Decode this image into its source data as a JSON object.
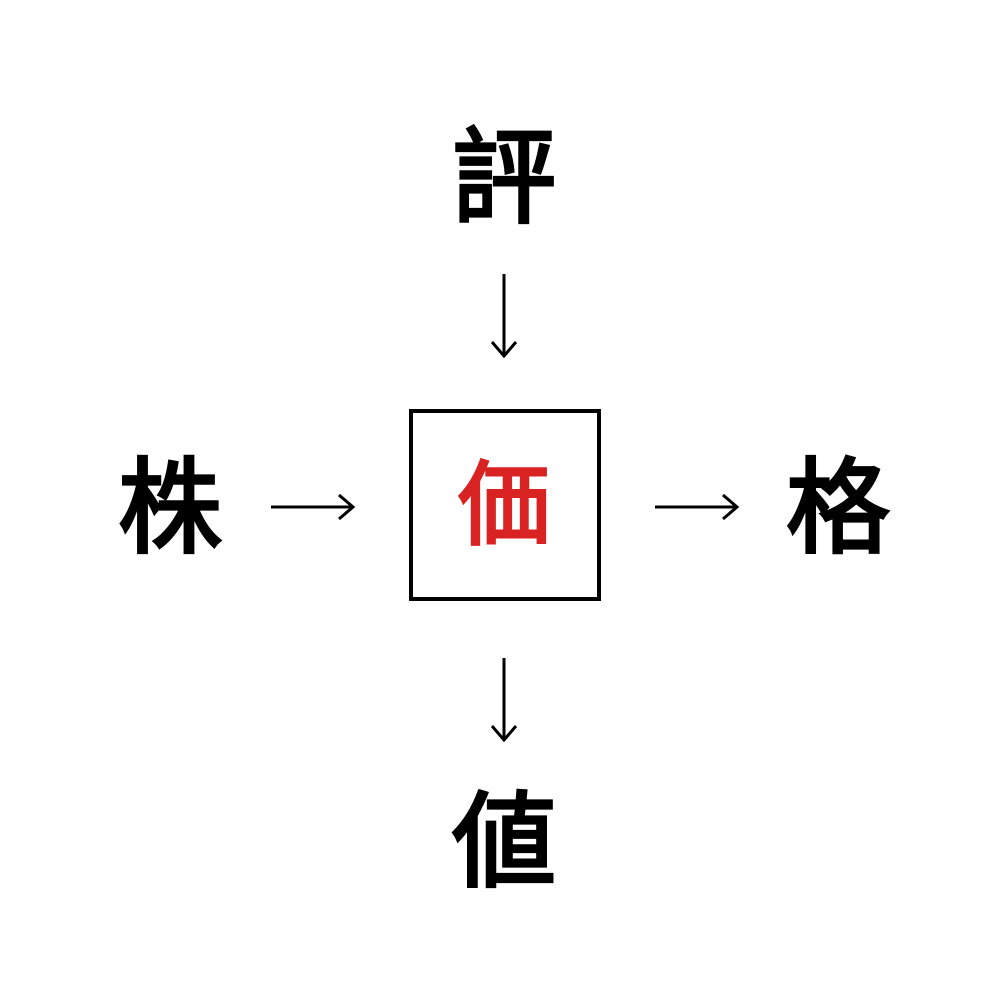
{
  "puzzle": {
    "top": "評",
    "left": "株",
    "right": "格",
    "bottom": "値",
    "answer": "価"
  },
  "colors": {
    "answer": "#d92323",
    "text": "#000000"
  },
  "icons": [
    "arrow-down-icon",
    "arrow-right-icon"
  ]
}
